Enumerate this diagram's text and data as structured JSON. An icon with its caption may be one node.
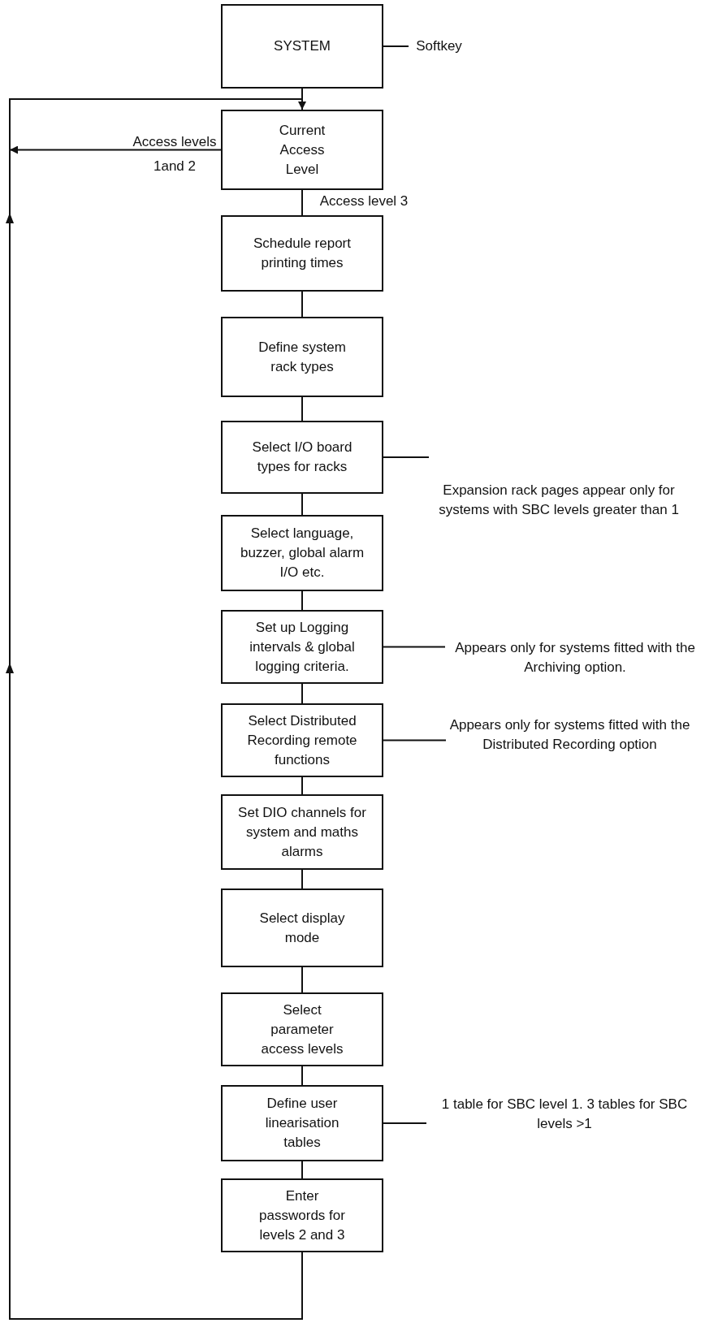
{
  "diagram": {
    "nodes": [
      {
        "text": [
          "SYSTEM"
        ]
      },
      {
        "text": [
          "Softkey"
        ]
      },
      {
        "text": [
          "Current Access Level"
        ]
      },
      {
        "text": [
          "Schedule report printing times"
        ]
      },
      {
        "text": [
          "Define system rack types"
        ]
      },
      {
        "text": [
          "Select I/O board types for racks"
        ]
      },
      {
        "text": [
          "Expansion rack pages appear only for systems with SBC levels greater than 1"
        ]
      },
      {
        "text": [
          "Select language, buzzer, global alarm I/O etc."
        ]
      },
      {
        "text": [
          "Set up Logging intervals & global logging criteria."
        ]
      },
      {
        "text": [
          "Appears only for systems fitted with the Archiving option."
        ]
      },
      {
        "text": [
          "Select Distributed Recording remote functions"
        ]
      },
      {
        "text": [
          "Appears only for systems fitted with the Distributed Recording option"
        ]
      },
      {
        "text": [
          "Set DIO channels for system and maths alarms"
        ]
      },
      {
        "text": [
          "Select display mode"
        ]
      },
      {
        "text": [
          "Select parameter access levels"
        ]
      },
      {
        "text": [
          "Define user linearisation tables"
        ]
      },
      {
        "text": [
          "1 table for SBC level 1. 3 tables for SBC levels >1"
        ]
      },
      {
        "text": [
          "Enter passwords for levels 2 and 3"
        ]
      }
    ],
    "edges": [
      {
        "from": 0,
        "to": 1,
        "arrow": "none"
      },
      {
        "from": 0,
        "to": 2,
        "arrow": "none"
      },
      {
        "from": 2,
        "to": null,
        "arrow": "to",
        "label": "Access levels 1and 2"
      },
      {
        "from": 2,
        "to": 3,
        "arrow": "none",
        "label": "Access level 3"
      },
      {
        "from": 3,
        "to": 4,
        "arrow": "none"
      },
      {
        "from": 4,
        "to": 5,
        "arrow": "none"
      },
      {
        "from": 5,
        "to": 6,
        "arrow": "none"
      },
      {
        "from": 5,
        "to": 7,
        "arrow": "none"
      },
      {
        "from": 7,
        "to": 8,
        "arrow": "none"
      },
      {
        "from": 8,
        "to": 9,
        "arrow": "none"
      },
      {
        "from": 8,
        "to": 10,
        "arrow": "none"
      },
      {
        "from": 10,
        "to": 11,
        "arrow": "none"
      },
      {
        "from": 10,
        "to": 12,
        "arrow": "none"
      },
      {
        "from": 12,
        "to": 13,
        "arrow": "none"
      },
      {
        "from": 13,
        "to": 14,
        "arrow": "none"
      },
      {
        "from": 14,
        "to": 15,
        "arrow": "none"
      },
      {
        "from": 15,
        "to": 16,
        "arrow": "none"
      },
      {
        "from": 15,
        "to": 17,
        "arrow": "none"
      },
      {
        "from": 17,
        "to": 2,
        "arrow": "to"
      }
    ]
  }
}
